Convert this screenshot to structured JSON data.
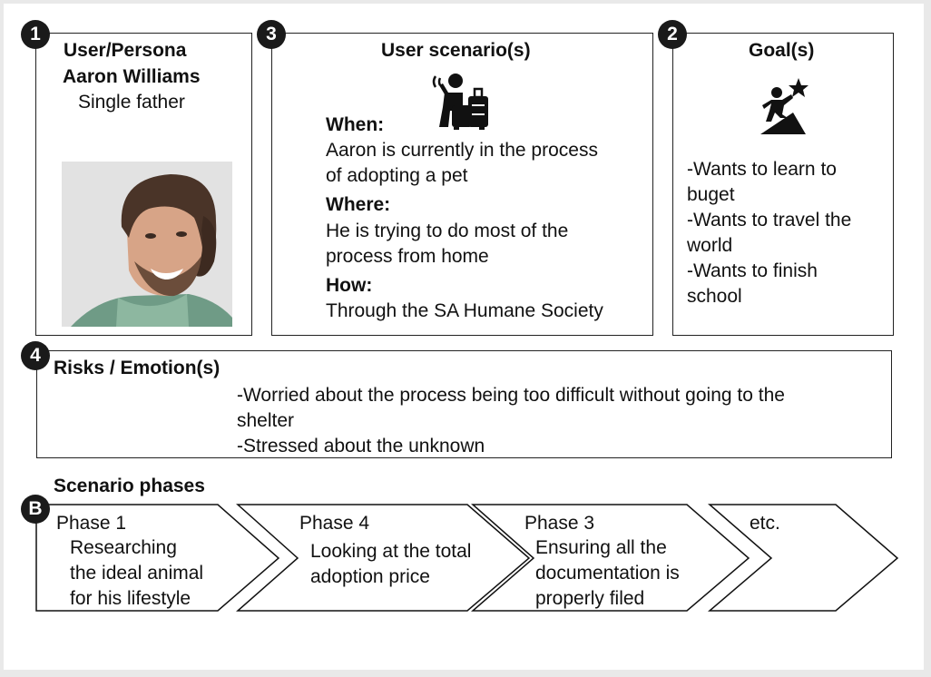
{
  "badges": {
    "persona": "1",
    "scenario": "3",
    "goals": "2",
    "risks": "4",
    "phases": "B"
  },
  "persona": {
    "heading": "User/Persona",
    "name": "Aaron Williams",
    "role": "Single father"
  },
  "scenario": {
    "heading": "User scenario(s)",
    "icon": "traveler-phone-luggage-icon",
    "when_label": "When:",
    "when_lines": [
      "Aaron is currently in the process",
      "of adopting a pet"
    ],
    "where_label": "Where:",
    "where_lines": [
      "He is trying to do most of the",
      "process from home"
    ],
    "how_label": "How:",
    "how_lines": [
      "Through the SA Humane Society"
    ]
  },
  "goals": {
    "heading": "Goal(s)",
    "icon": "person-climbing-to-star-icon",
    "lines": [
      "-Wants to learn to",
      "buget",
      "-Wants to travel the",
      "world",
      "-Wants to finish",
      "school"
    ]
  },
  "risks": {
    "heading": "Risks / Emotion(s)",
    "lines": [
      "-Worried about the process being too difficult without going to the",
      "shelter",
      "-Stressed about the unknown"
    ]
  },
  "phases": {
    "heading": "Scenario phases",
    "items": [
      {
        "title": "Phase 1",
        "lines": [
          "Researching",
          "the ideal animal",
          "for his lifestyle"
        ]
      },
      {
        "title": "Phase 4",
        "lines": [
          "Looking at the total",
          "adoption price"
        ]
      },
      {
        "title": "Phase 3",
        "lines": [
          "Ensuring all the",
          "documentation is",
          "properly filed"
        ]
      },
      {
        "title": "etc.",
        "lines": []
      }
    ]
  },
  "colors": {
    "badge": "#1a1a1a",
    "border": "#222222",
    "background": "#e9e9e9"
  }
}
